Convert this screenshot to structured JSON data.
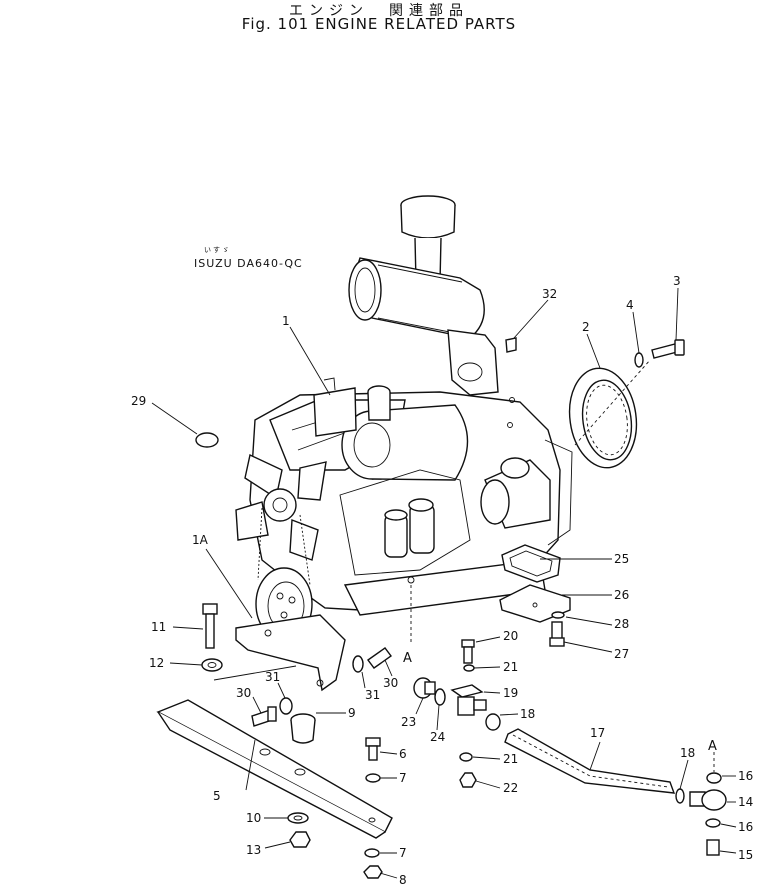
{
  "title": {
    "japanese": "エンジン　関連部品",
    "english": "Fig. 101 ENGINE RELATED PARTS"
  },
  "model": {
    "kana": "いすゞ",
    "label": "ISUZU DA640-QC"
  },
  "section_markers": [
    "A",
    "A"
  ],
  "callouts": [
    "1",
    "1A",
    "2",
    "3",
    "4",
    "5",
    "6",
    "7",
    "7",
    "8",
    "9",
    "10",
    "11",
    "12",
    "13",
    "14",
    "15",
    "16",
    "16",
    "17",
    "18",
    "18",
    "19",
    "20",
    "21",
    "21",
    "22",
    "23",
    "24",
    "25",
    "26",
    "27",
    "28",
    "29",
    "30",
    "30",
    "31",
    "31",
    "32"
  ]
}
